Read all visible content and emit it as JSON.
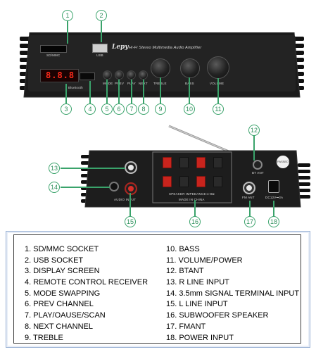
{
  "callouts": [
    "1",
    "2",
    "3",
    "4",
    "5",
    "6",
    "7",
    "8",
    "9",
    "10",
    "11",
    "12",
    "13",
    "14",
    "15",
    "16",
    "17",
    "18"
  ],
  "front_panel": {
    "brand": "Lepy",
    "model_line": "Hi-Fi Stereo Multimedia Audio Amplifier",
    "sd_label": "SD/MMC",
    "usb_label": "USB",
    "display_text": "8.8.8",
    "bluetooth_label": "Bluetooth",
    "mode_label": "MODE",
    "prev_label": "PREV",
    "play_label": "PLAY",
    "next_label": "NEXT",
    "treble_label": "TREBLE",
    "bass_label": "BASS",
    "volume_label": "VOLUME"
  },
  "rear_panel": {
    "audio_input_label": "AUDIO INPUT",
    "speaker_label": "SPEAKER IMPEDANCE:4-8Ω",
    "made_in": "MADE IN CHINA",
    "fm_label": "FM ANT",
    "bt_label": "BT ANT",
    "power_label": "DC12V⎓3A",
    "passed_badge": "PASSED"
  },
  "legend": {
    "left": [
      "1. SD/MMC SOCKET",
      "2. USB SOCKET",
      "3. DISPLAY SCREEN",
      "4. REMOTE CONTROL RECEIVER",
      "5. MODE SWAPPING",
      "6. PREV CHANNEL",
      "7. PLAY/OAUSE/SCAN",
      "8. NEXT CHANNEL",
      "9. TREBLE"
    ],
    "right": [
      "10. BASS",
      "11. VOLUME/POWER",
      "12. BTANT",
      "13. R LINE INPUT",
      "14. 3.5mm SIGNAL TERMINAL INPUT",
      "15. L LINE INPUT",
      "16. SUBWOOFER SPEAKER",
      "17. FMANT",
      "18. POWER INPUT"
    ]
  },
  "colors": {
    "callout": "#3aa36b",
    "legend_border": "#3b3b3b",
    "terminal_red": "#c9241d"
  }
}
